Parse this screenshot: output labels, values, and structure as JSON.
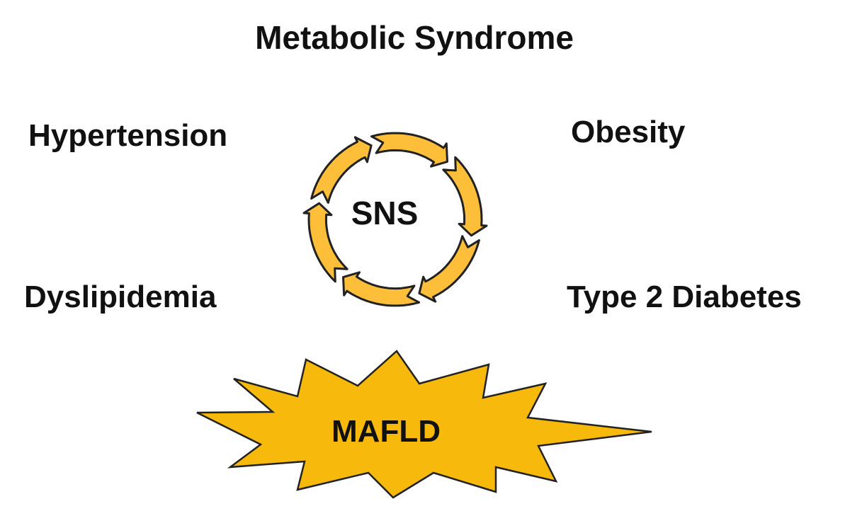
{
  "diagram": {
    "title": "Metabolic Syndrome",
    "conditions": {
      "top_left": "Hypertension",
      "top_right": "Obesity",
      "bottom_left": "Dyslipidemia",
      "bottom_right": "Type 2 Diabetes"
    },
    "center": "SNS",
    "bottom": "MAFLD"
  },
  "colors": {
    "cycle_fill": "#FDBF3A",
    "starburst_fill": "#F7B90C",
    "stroke": "#222222",
    "text": "#111111",
    "background": "#ffffff"
  }
}
